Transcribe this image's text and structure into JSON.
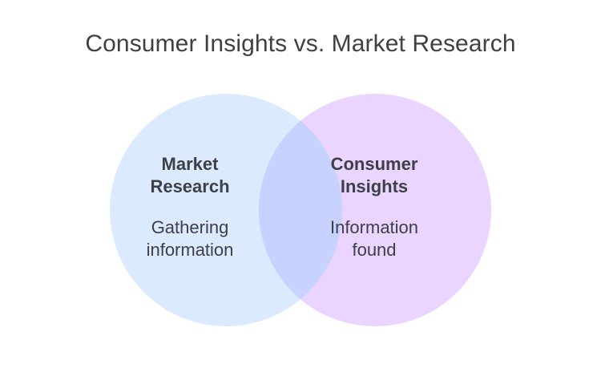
{
  "title": "Consumer Insights vs. Market Research",
  "sets": [
    {
      "heading_line1": "Market",
      "heading_line2": "Research",
      "desc_line1": "Gathering",
      "desc_line2": "information",
      "color": "#dbeafe"
    },
    {
      "heading_line1": "Consumer",
      "heading_line2": "Insights",
      "desc_line1": "Information",
      "desc_line2": "found",
      "color": "#e9d5ff"
    }
  ],
  "overlap_color": "#c7d2fe"
}
